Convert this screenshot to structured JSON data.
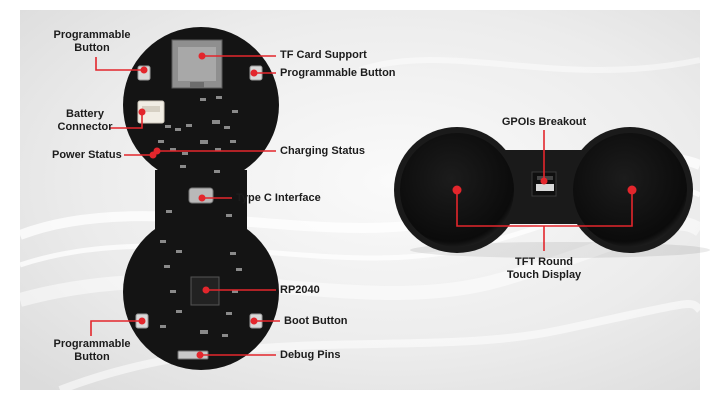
{
  "labels": {
    "programmable_button_top_left": [
      "Programmable",
      "Button"
    ],
    "battery_connector": [
      "Battery",
      "Connector"
    ],
    "power_status": "Power Status",
    "tf_card_support": "TF Card Support",
    "programmable_button_top_right": "Programmable Button",
    "charging_status": "Charging Status",
    "type_c_interface": "Type C Interface",
    "rp2040": "RP2040",
    "boot_button": "Boot Button",
    "programmable_button_bottom_left": [
      "Programmable",
      "Button"
    ],
    "debug_pins": "Debug Pins",
    "gpios_breakout": "GPOIs Breakout",
    "tft_round_touch_display": [
      "TFT Round",
      "Touch Display"
    ]
  },
  "colors": {
    "callout_red": "#e3262c",
    "pcb_black": "#141414",
    "background_gray": "#e6e6e6"
  }
}
